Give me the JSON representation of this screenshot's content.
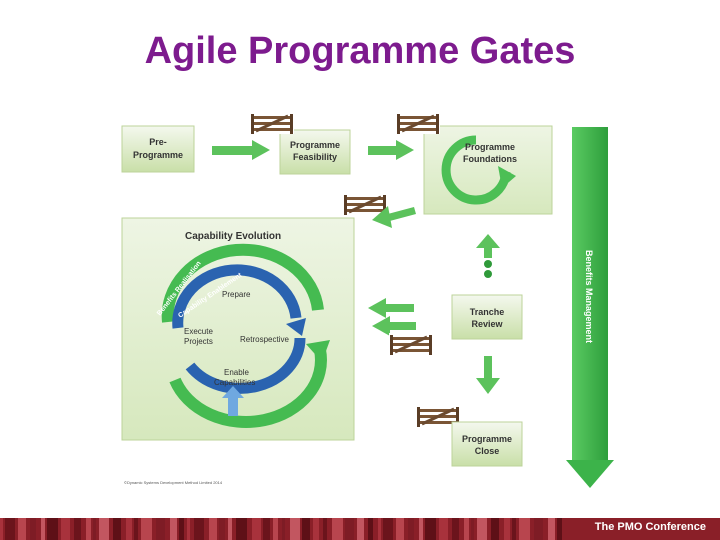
{
  "title": "Agile Programme Gates",
  "colors": {
    "title": "#7d1b8e",
    "box_top": "#f4f8ee",
    "box_bottom": "#c9dfa8",
    "box_border": "#bcd39a",
    "arrow_green": "#5cc25c",
    "arrow_green_dark": "#2f9a3a",
    "ring_blue": "#2a63b0",
    "ring_blue_light": "#6fa8e0",
    "benefits_green": "#3cb34a",
    "gate_brown": "#6b4a2f",
    "footer_dark": "#7a1a22"
  },
  "boxes": {
    "pre_programme": [
      "Pre-",
      "Programme"
    ],
    "programme_feasibility": [
      "Programme",
      "Feasibility"
    ],
    "programme_foundations": [
      "Programme",
      "Foundations"
    ],
    "tranche_review": [
      "Tranche",
      "Review"
    ],
    "programme_close": [
      "Programme",
      "Close"
    ]
  },
  "capability": {
    "heading": "Capability Evolution",
    "benefits_realisation": "Benefits Realisation",
    "capability_enablement": "Capability Enablement",
    "prepare": "Prepare",
    "execute_projects": [
      "Execute",
      "Projects"
    ],
    "retrospective": "Retrospective",
    "enable_capabilities": [
      "Enable",
      "Capabilities"
    ]
  },
  "benefits_management": "Benefits Management",
  "copyright": "©Dynamic Systems Development Method Limited 2014",
  "footer": {
    "label": "The PMO Conference"
  }
}
